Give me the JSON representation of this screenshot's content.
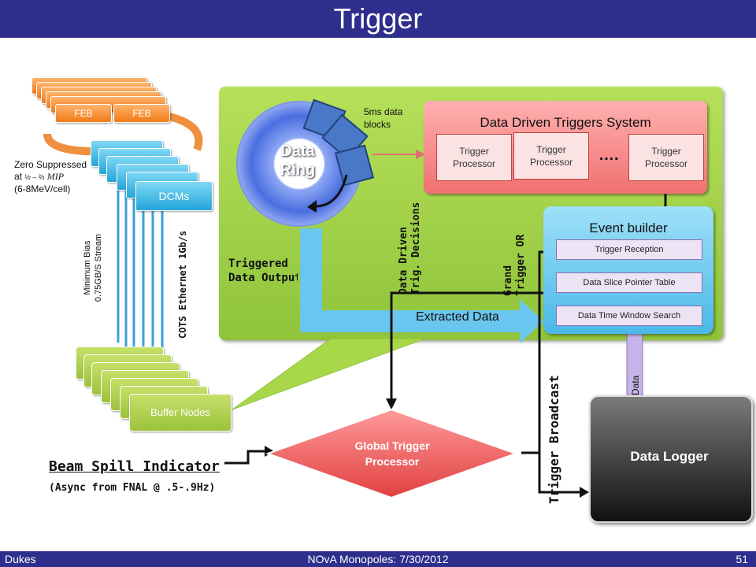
{
  "title": "Trigger",
  "footer": {
    "left": "Dukes",
    "center": "NOvA Monopoles: 7/30/2012",
    "right": "51"
  },
  "feb": {
    "label_a": "FEB",
    "label_b": "FEB"
  },
  "zero_suppressed": {
    "line1": "Zero Suppressed",
    "line2_prefix": "at",
    "fraction": "½ – ⅔",
    "mip": "MIP",
    "line3": "(6-8MeV/cell)"
  },
  "dcms": {
    "label": "DCMs"
  },
  "min_bias": {
    "line1": "Minimum Bias",
    "line2": "0.75GB/S Stream"
  },
  "cots": "COTS Ethernet 1Gb/s",
  "buffer_nodes": "Buffer Nodes",
  "data_ring": {
    "line1": "Data",
    "line2": "Ring"
  },
  "blocks_label": {
    "line1": "5ms data",
    "line2": "blocks"
  },
  "triggered_output": {
    "line1": "Triggered",
    "line2": "Data Output"
  },
  "ddts": {
    "title": "Data Driven Triggers System",
    "processor_label": "Trigger Processor",
    "ellipsis": "…."
  },
  "data_driven_decisions": {
    "line1": "Data Driven",
    "line2": "Trig. Decisions"
  },
  "grand_or": {
    "line1": "Grand",
    "line2": "Trigger OR"
  },
  "event_builder": {
    "title": "Event builder",
    "steps": [
      "Trigger Reception",
      "Data Slice Pointer Table",
      "Data Time Window Search"
    ]
  },
  "extracted": "Extracted Data",
  "data_label": "Data",
  "data_logger": "Data Logger",
  "trigger_broadcast": "Trigger Broadcast",
  "gtp": {
    "line1": "Global Trigger",
    "line2": "Processor"
  },
  "beam_spill": {
    "title": "Beam Spill Indicator",
    "sub": "(Async from FNAL @ .5-.9Hz)"
  },
  "colors": {
    "title_bar": "#2e2e8c",
    "green_panel": "#a8d84a",
    "red_box": "#f07070",
    "blue_panel": "#6ac6ee",
    "logger": "#2a2a2a"
  }
}
